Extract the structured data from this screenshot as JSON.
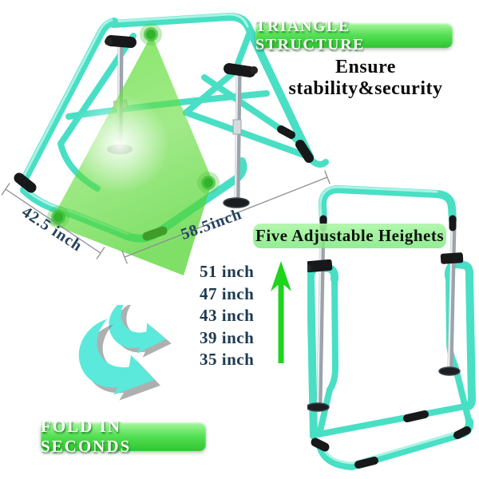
{
  "annotations": {
    "triangle_badge": {
      "label": "TRIANGLE STRUCTURE"
    },
    "stability_caption": "Ensure stability&security",
    "heights_badge": {
      "label": "Five Adjustable Heighets"
    },
    "heights": [
      "51 inch",
      "47 inch",
      "43 inch",
      "39 inch",
      "35 inch"
    ],
    "fold_badge": {
      "label": "FOLD IN SECONDS"
    },
    "dimensions": {
      "folded_width": "42.5 inch",
      "folded_length": "58.5inch"
    }
  },
  "figures": {
    "folded_bar": "folded gymnastics bar with triangle structure highlight and three glow dots",
    "standing_bar": "standing adjustable horizontal gymnastics bar",
    "fold_arrows": "two curved fold arrows",
    "up_arrow": "green height arrow"
  },
  "colors": {
    "frame_teal": "#49DFC5",
    "frame_teal_highlight": "#B8F5E8",
    "badge_green_top": "#A8F7A0",
    "badge_green_bottom": "#2FC42F",
    "five_badge_green": "#7CE97C",
    "triangle_overlay_green": "#55D832",
    "up_arrow_green": "#1ED41E",
    "fold_arrow_teal": "#5BE9DC",
    "heights_text": "#1C3A50",
    "dimension_text": "#24415F",
    "chrome_pole": "#9BA4AB",
    "hardware_black": "#17181A"
  }
}
